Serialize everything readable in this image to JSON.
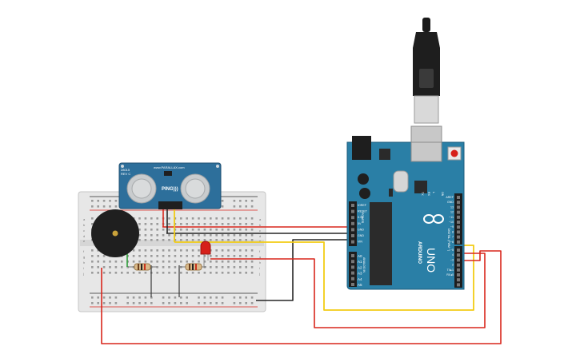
{
  "sensor": {
    "model_line1": "28015",
    "model_line2": "REV C",
    "brand": "www.PARALLAX.com",
    "name": "PING)))"
  },
  "arduino": {
    "brand": "ARDUINO",
    "model": "UNO",
    "top_labels": [
      "TX",
      "RX",
      "L",
      "ON"
    ],
    "power_pins": [
      "IOREF",
      "RESET",
      "3.3V",
      "5V",
      "GND",
      "GND",
      "VIN"
    ],
    "analog_pins": [
      "A0",
      "A1",
      "A2",
      "A3",
      "A4",
      "A5"
    ],
    "analog_title": "ANALOG IN",
    "power_title": "POWER",
    "digital_pins": [
      "AREF",
      "GND",
      "13",
      "12",
      "~11",
      "~10",
      "~9",
      "8",
      "7",
      "~6",
      "~5",
      "4",
      "~3",
      "2",
      "TX▸1",
      "RX◂0"
    ],
    "digital_title": "DIGITAL (PWM ~)"
  },
  "breadboard": {
    "row_letters_top": [
      "a",
      "b",
      "c",
      "d",
      "e"
    ],
    "row_letters_bottom": [
      "f",
      "g",
      "h",
      "i",
      "j"
    ]
  },
  "colors": {
    "wire_red": "#d9261c",
    "wire_black": "#262626",
    "wire_yellow": "#f2cc14",
    "wire_green": "#2e9e3a",
    "board_teal": "#2a7fa6",
    "sensor_blue": "#2d6f9b",
    "breadboard": "#e6e6e6",
    "buzzer": "#1f1f1f",
    "led_red": "#d6201a"
  }
}
